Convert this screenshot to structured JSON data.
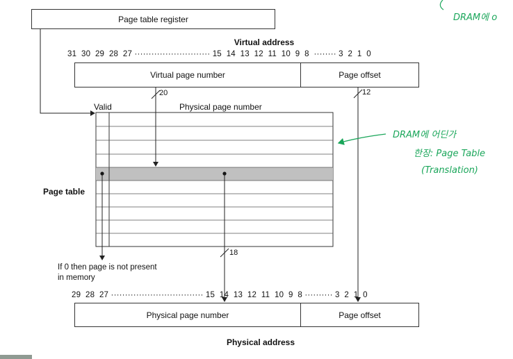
{
  "register": {
    "label": "Page table register"
  },
  "virtual": {
    "title": "Virtual address",
    "bits": "31  30  29  28  27 ··························· 15  14  13  12  11  10  9  8  ········ 3  2  1  0",
    "vpn_label": "Virtual page number",
    "offset_label": "Page offset",
    "vpn_width": "20",
    "offset_width": "12"
  },
  "table": {
    "valid_label": "Valid",
    "ppn_header": "Physical page number",
    "side_label": "Page table",
    "ppn_width": "18",
    "invalid_note": "If 0 then page is not present in memory"
  },
  "physical": {
    "title": "Physical address",
    "bits": "29  28  27 ································· 15  14  13  12  11  10  9  8 ·········· 3  2  1  0",
    "ppn_label": "Physical page number",
    "offset_label": "Page offset"
  },
  "annotations": {
    "top_right": "DRAM에 o",
    "line1": "DRAM에 어딘가",
    "line2": "한장: Page Table",
    "line3": "(Translation)"
  },
  "colors": {
    "highlight_row": "#c0c0c0",
    "handwriting": "#1aa65a",
    "line": "#222222"
  }
}
